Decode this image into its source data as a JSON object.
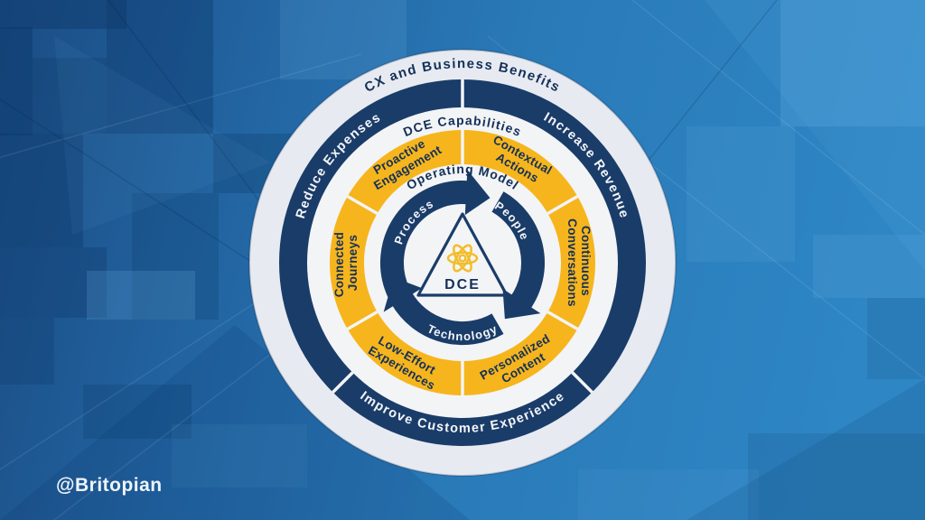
{
  "page": {
    "watermark": "@Britopian"
  },
  "colors": {
    "navy": "#1a3c69",
    "yellow": "#f6b51c",
    "outer_ring": "#e7ebf1",
    "white_ring": "#f3f4f6",
    "text_navy": "#14305a",
    "atom_yellow": "#f2bd2a",
    "background_left": "#1b4c84",
    "background_right": "#2e86c4"
  },
  "diagram": {
    "outer_ring_label": "CX and Business Benefits",
    "benefits_ring": {
      "left": "Reduce Expenses",
      "right": "Increase Revenue",
      "bottom": "Improve Customer Experience"
    },
    "capabilities_ring_label": "DCE Capabilities",
    "capabilities": [
      {
        "line1": "Proactive",
        "line2": "Engagement"
      },
      {
        "line1": "Contextual",
        "line2": "Actions"
      },
      {
        "line1": "Continuous",
        "line2": "Conversations"
      },
      {
        "line1": "Personalized",
        "line2": "Content"
      },
      {
        "line1": "Low-Effort",
        "line2": "Experiences"
      },
      {
        "line1": "Connected",
        "line2": "Journeys"
      }
    ],
    "operating_model_label": "Operating Model",
    "cycle": {
      "left": "Process",
      "right": "People",
      "bottom": "Technology"
    },
    "core_label": "DCE"
  }
}
